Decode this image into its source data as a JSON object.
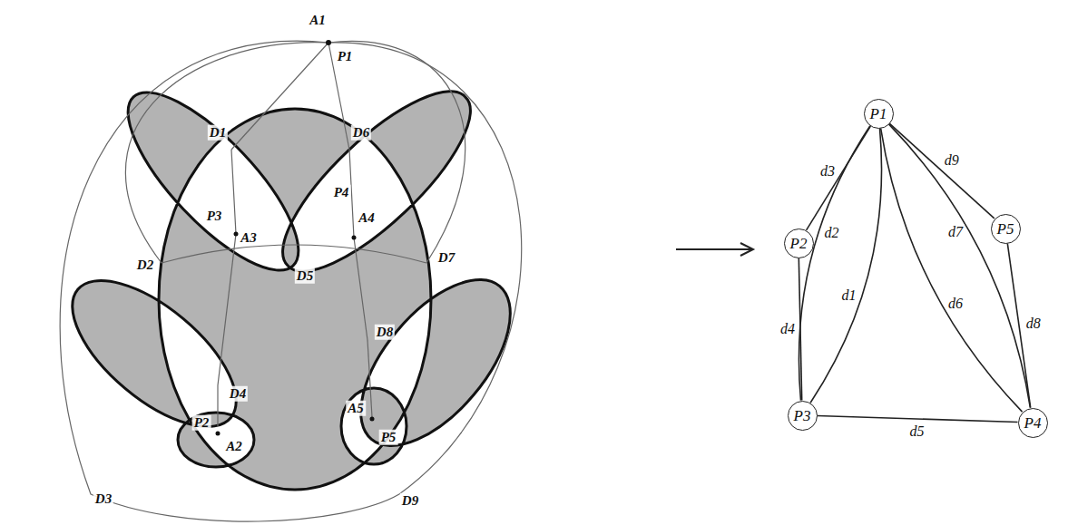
{
  "diagram": {
    "nodes": [
      {
        "text": [
          "P1"
        ]
      },
      {
        "text": [
          "P2"
        ]
      },
      {
        "text": [
          "P3"
        ]
      },
      {
        "text": [
          "P4"
        ]
      },
      {
        "text": [
          "P5"
        ]
      }
    ],
    "edges": [
      {
        "from": 0,
        "to": 2,
        "arrow": "none",
        "label": "d1"
      },
      {
        "from": 0,
        "to": 2,
        "arrow": "none",
        "label": "d2"
      },
      {
        "from": 0,
        "to": 1,
        "arrow": "none",
        "label": "d3"
      },
      {
        "from": 1,
        "to": 2,
        "arrow": "none",
        "label": "d4"
      },
      {
        "from": 2,
        "to": 3,
        "arrow": "none",
        "label": "d5"
      },
      {
        "from": 0,
        "to": 3,
        "arrow": "none",
        "label": "d6"
      },
      {
        "from": 0,
        "to": 3,
        "arrow": "none",
        "label": "d7"
      },
      {
        "from": 4,
        "to": 3,
        "arrow": "none",
        "label": "d8"
      },
      {
        "from": 0,
        "to": 4,
        "arrow": "none",
        "label": "d9"
      }
    ],
    "labels": [
      "A1",
      "P1",
      "D1",
      "D6",
      "D2",
      "P3",
      "A3",
      "P4",
      "A4",
      "D5",
      "D7",
      "D8",
      "D4",
      "P2",
      "A2",
      "A5",
      "P5",
      "D3",
      "D9"
    ]
  }
}
